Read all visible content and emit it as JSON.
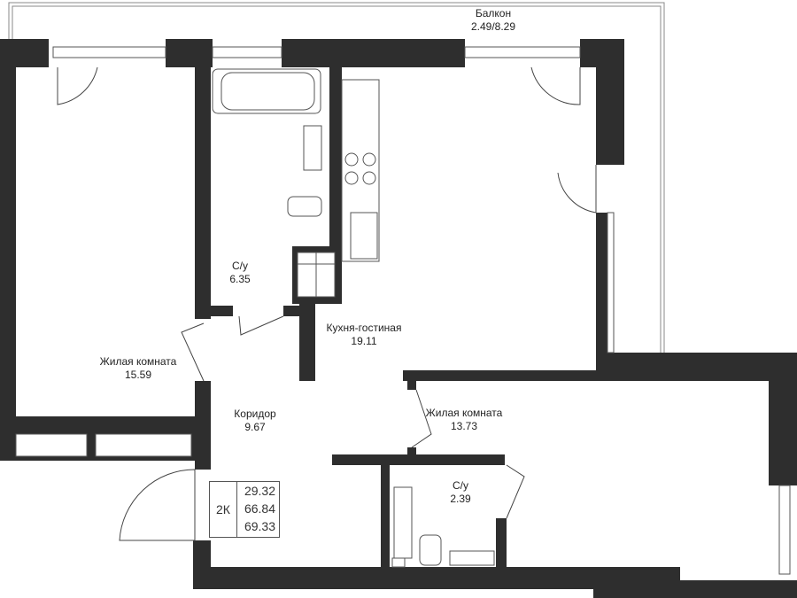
{
  "colors": {
    "wall": "#2e2e2e",
    "line": "#888888"
  },
  "rooms": [
    {
      "name": "Балкон",
      "area": "2.49/8.29"
    },
    {
      "name": "С/у",
      "area": "6.35"
    },
    {
      "name": "Кухня-гостиная",
      "area": "19.11"
    },
    {
      "name": "Жилая комната",
      "area": "15.59"
    },
    {
      "name": "Коридор",
      "area": "9.67"
    },
    {
      "name": "Жилая комната",
      "area": "13.73"
    },
    {
      "name": "С/у",
      "area": "2.39"
    }
  ],
  "summary": {
    "type": "2К",
    "areas": [
      "29.32",
      "66.84",
      "69.33"
    ]
  }
}
